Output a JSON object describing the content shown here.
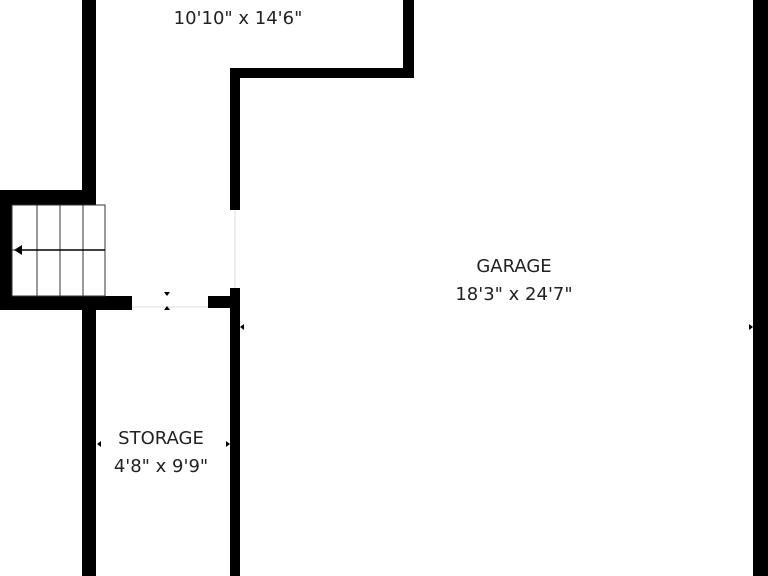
{
  "rooms": [
    {
      "id": "top-room",
      "name": "",
      "dims": "10'10\" x 14'6\""
    },
    {
      "id": "garage",
      "name": "GARAGE",
      "dims": "18'3\" x 24'7\""
    },
    {
      "id": "storage",
      "name": "STORAGE",
      "dims": "4'8\" x 9'9\""
    }
  ],
  "colors": {
    "wall": "#000000",
    "background": "#ffffff",
    "text": "#222222"
  }
}
